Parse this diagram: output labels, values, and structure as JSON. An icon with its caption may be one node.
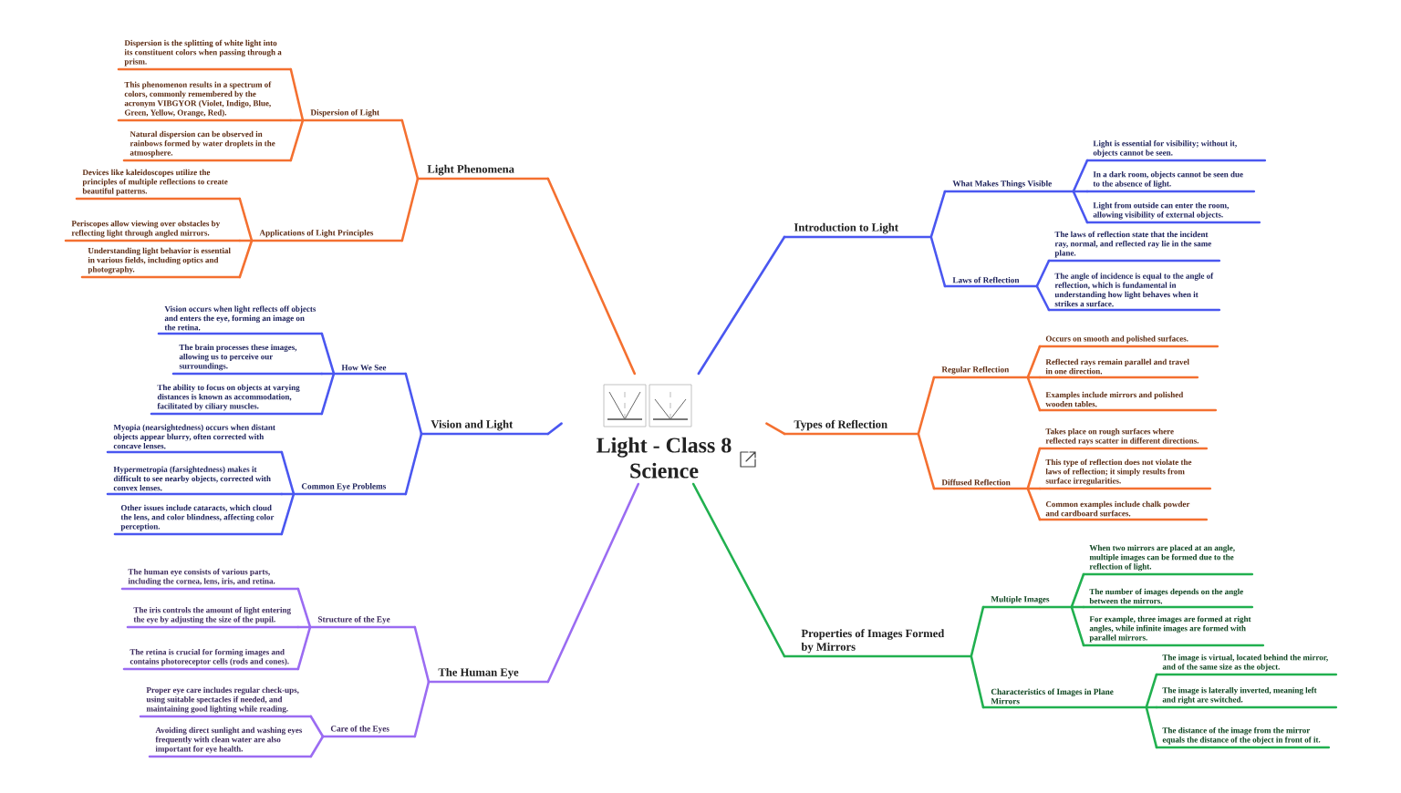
{
  "diagram": {
    "nodes": [
      {
        "text": [
          "Light - Class 8 Science"
        ]
      },
      {
        "text": [
          "Light Phenomena"
        ]
      },
      {
        "text": [
          "Dispersion of Light"
        ]
      },
      {
        "text": [
          "Dispersion is the splitting of white light into its constituent colors when passing through a prism."
        ]
      },
      {
        "text": [
          "This phenomenon results in a spectrum of colors, commonly remembered by the acronym VIBGYOR (Violet, Indigo, Blue, Green, Yellow, Orange, Red)."
        ]
      },
      {
        "text": [
          "Natural dispersion can be observed in rainbows formed by water droplets in the atmosphere."
        ]
      },
      {
        "text": [
          "Applications of Light Principles"
        ]
      },
      {
        "text": [
          "Devices like kaleidoscopes utilize the principles of multiple reflections to create beautiful patterns."
        ]
      },
      {
        "text": [
          "Periscopes allow viewing over obstacles by reflecting light through angled mirrors."
        ]
      },
      {
        "text": [
          "Understanding light behavior is essential in various fields, including optics and photography."
        ]
      },
      {
        "text": [
          "Vision and Light"
        ]
      },
      {
        "text": [
          "How We See"
        ]
      },
      {
        "text": [
          "Vision occurs when light reflects off objects and enters the eye, forming an image on the retina."
        ]
      },
      {
        "text": [
          "The brain processes these images, allowing us to perceive our surroundings."
        ]
      },
      {
        "text": [
          "The ability to focus on objects at varying distances is known as accommodation, facilitated by ciliary muscles."
        ]
      },
      {
        "text": [
          "Common Eye Problems"
        ]
      },
      {
        "text": [
          "Myopia (nearsightedness) occurs when distant objects appear blurry, often corrected with concave lenses."
        ]
      },
      {
        "text": [
          "Hypermetropia (farsightedness) makes it difficult to see nearby objects, corrected with convex lenses."
        ]
      },
      {
        "text": [
          "Other issues include cataracts, which cloud the lens, and color blindness, affecting color perception."
        ]
      },
      {
        "text": [
          "The Human Eye"
        ]
      },
      {
        "text": [
          "Structure of the Eye"
        ]
      },
      {
        "text": [
          "The human eye consists of various parts, including the cornea, lens, iris, and retina."
        ]
      },
      {
        "text": [
          "The iris controls the amount of light entering the eye by adjusting the size of the pupil."
        ]
      },
      {
        "text": [
          "The retina is crucial for forming images and contains photoreceptor cells (rods and cones)."
        ]
      },
      {
        "text": [
          "Care of the Eyes"
        ]
      },
      {
        "text": [
          "Proper eye care includes regular check-ups, using suitable spectacles if needed, and maintaining good lighting while reading."
        ]
      },
      {
        "text": [
          "Avoiding direct sunlight and washing eyes frequently with clean water are also important for eye health."
        ]
      },
      {
        "text": [
          "Introduction to Light"
        ]
      },
      {
        "text": [
          "What Makes Things Visible"
        ]
      },
      {
        "text": [
          "Light is essential for visibility; without it, objects cannot be seen."
        ]
      },
      {
        "text": [
          "In a dark room, objects cannot be seen due to the absence of light."
        ]
      },
      {
        "text": [
          "Light from outside can enter the room, allowing visibility of external objects."
        ]
      },
      {
        "text": [
          "Laws of Reflection"
        ]
      },
      {
        "text": [
          "The laws of reflection state that the incident ray, normal, and reflected ray lie in the same plane."
        ]
      },
      {
        "text": [
          "The angle of incidence is equal to the angle of reflection, which is fundamental in understanding how light behaves when it strikes a surface."
        ]
      },
      {
        "text": [
          "Types of Reflection"
        ]
      },
      {
        "text": [
          "Regular Reflection"
        ]
      },
      {
        "text": [
          "Occurs on smooth and polished surfaces."
        ]
      },
      {
        "text": [
          "Reflected rays remain parallel and travel in one direction."
        ]
      },
      {
        "text": [
          "Examples include mirrors and polished wooden tables."
        ]
      },
      {
        "text": [
          "Diffused Reflection"
        ]
      },
      {
        "text": [
          "Takes place on rough surfaces where reflected rays scatter in different directions."
        ]
      },
      {
        "text": [
          "This type of reflection does not violate the laws of reflection; it simply results from surface irregularities."
        ]
      },
      {
        "text": [
          "Common examples include chalk powder and cardboard surfaces."
        ]
      },
      {
        "text": [
          "Properties of Images Formed by Mirrors"
        ]
      },
      {
        "text": [
          "Multiple Images"
        ]
      },
      {
        "text": [
          "When two mirrors are placed at an angle, multiple images can be formed due to the reflection of light."
        ]
      },
      {
        "text": [
          "The number of images depends on the angle between the mirrors."
        ]
      },
      {
        "text": [
          "For example, three images are formed at right angles, while infinite images are formed with parallel mirrors."
        ]
      },
      {
        "text": [
          "Characteristics of Images in Plane Mirrors"
        ]
      },
      {
        "text": [
          "The image is virtual, located behind the mirror, and of the same size as the object."
        ]
      },
      {
        "text": [
          "The image is laterally inverted, meaning left and right are switched."
        ]
      },
      {
        "text": [
          "The distance of the image from the mirror equals the distance of the object in front of it."
        ]
      }
    ],
    "edges": [
      {
        "from": 0,
        "to": 1,
        "arrow": "none"
      },
      {
        "from": 1,
        "to": 2,
        "arrow": "none"
      },
      {
        "from": 2,
        "to": 3,
        "arrow": "none"
      },
      {
        "from": 2,
        "to": 4,
        "arrow": "none"
      },
      {
        "from": 2,
        "to": 5,
        "arrow": "none"
      },
      {
        "from": 1,
        "to": 6,
        "arrow": "none"
      },
      {
        "from": 6,
        "to": 7,
        "arrow": "none"
      },
      {
        "from": 6,
        "to": 8,
        "arrow": "none"
      },
      {
        "from": 6,
        "to": 9,
        "arrow": "none"
      },
      {
        "from": 0,
        "to": 10,
        "arrow": "none",
        "color": "#4a57f0"
      },
      {
        "from": 10,
        "to": 11,
        "arrow": "none",
        "color": "#4a57f0"
      },
      {
        "from": 11,
        "to": 12,
        "arrow": "none",
        "color": "#4a57f0"
      },
      {
        "from": 11,
        "to": 13,
        "arrow": "none",
        "color": "#4a57f0"
      },
      {
        "from": 11,
        "to": 14,
        "arrow": "none",
        "color": "#4a57f0"
      },
      {
        "from": 10,
        "to": 15,
        "arrow": "none",
        "color": "#4a57f0"
      },
      {
        "from": 15,
        "to": 16,
        "arrow": "none",
        "color": "#4a57f0"
      },
      {
        "from": 15,
        "to": 17,
        "arrow": "none",
        "color": "#4a57f0"
      },
      {
        "from": 15,
        "to": 18,
        "arrow": "none",
        "color": "#4a57f0"
      },
      {
        "from": 0,
        "to": 19,
        "arrow": "none",
        "color": "#9b6cf2"
      },
      {
        "from": 19,
        "to": 20,
        "arrow": "none",
        "color": "#9b6cf2"
      },
      {
        "from": 20,
        "to": 21,
        "arrow": "none",
        "color": "#9b6cf2"
      },
      {
        "from": 20,
        "to": 22,
        "arrow": "none",
        "color": "#9b6cf2"
      },
      {
        "from": 20,
        "to": 23,
        "arrow": "none",
        "color": "#9b6cf2"
      },
      {
        "from": 19,
        "to": 24,
        "arrow": "none",
        "color": "#9b6cf2"
      },
      {
        "from": 24,
        "to": 25,
        "arrow": "none",
        "color": "#9b6cf2"
      },
      {
        "from": 24,
        "to": 26,
        "arrow": "none",
        "color": "#9b6cf2"
      },
      {
        "from": 0,
        "to": 27,
        "arrow": "none",
        "color": "#4a57f0"
      },
      {
        "from": 27,
        "to": 28,
        "arrow": "none",
        "color": "#4a57f0"
      },
      {
        "from": 28,
        "to": 29,
        "arrow": "none",
        "color": "#4a57f0"
      },
      {
        "from": 28,
        "to": 30,
        "arrow": "none",
        "color": "#4a57f0"
      },
      {
        "from": 28,
        "to": 31,
        "arrow": "none",
        "color": "#4a57f0"
      },
      {
        "from": 27,
        "to": 32,
        "arrow": "none",
        "color": "#4a57f0"
      },
      {
        "from": 32,
        "to": 33,
        "arrow": "none",
        "color": "#4a57f0"
      },
      {
        "from": 32,
        "to": 34,
        "arrow": "none",
        "color": "#4a57f0"
      },
      {
        "from": 0,
        "to": 35,
        "arrow": "none"
      },
      {
        "from": 35,
        "to": 36,
        "arrow": "none"
      },
      {
        "from": 36,
        "to": 37,
        "arrow": "none"
      },
      {
        "from": 36,
        "to": 38,
        "arrow": "none"
      },
      {
        "from": 36,
        "to": 39,
        "arrow": "none"
      },
      {
        "from": 35,
        "to": 40,
        "arrow": "none"
      },
      {
        "from": 40,
        "to": 41,
        "arrow": "none"
      },
      {
        "from": 40,
        "to": 42,
        "arrow": "none"
      },
      {
        "from": 40,
        "to": 43,
        "arrow": "none"
      },
      {
        "from": 0,
        "to": 44,
        "arrow": "none",
        "color": "#21b04f"
      },
      {
        "from": 44,
        "to": 45,
        "arrow": "none",
        "color": "#21b04f"
      },
      {
        "from": 45,
        "to": 46,
        "arrow": "none",
        "color": "#21b04f"
      },
      {
        "from": 45,
        "to": 47,
        "arrow": "none",
        "color": "#21b04f"
      },
      {
        "from": 45,
        "to": 48,
        "arrow": "none",
        "color": "#21b04f"
      },
      {
        "from": 44,
        "to": 49,
        "arrow": "none",
        "color": "#21b04f"
      },
      {
        "from": 49,
        "to": 50,
        "arrow": "none",
        "color": "#21b04f"
      },
      {
        "from": 49,
        "to": 51,
        "arrow": "none",
        "color": "#21b04f"
      },
      {
        "from": 49,
        "to": 52,
        "arrow": "none",
        "color": "#21b04f"
      }
    ]
  }
}
